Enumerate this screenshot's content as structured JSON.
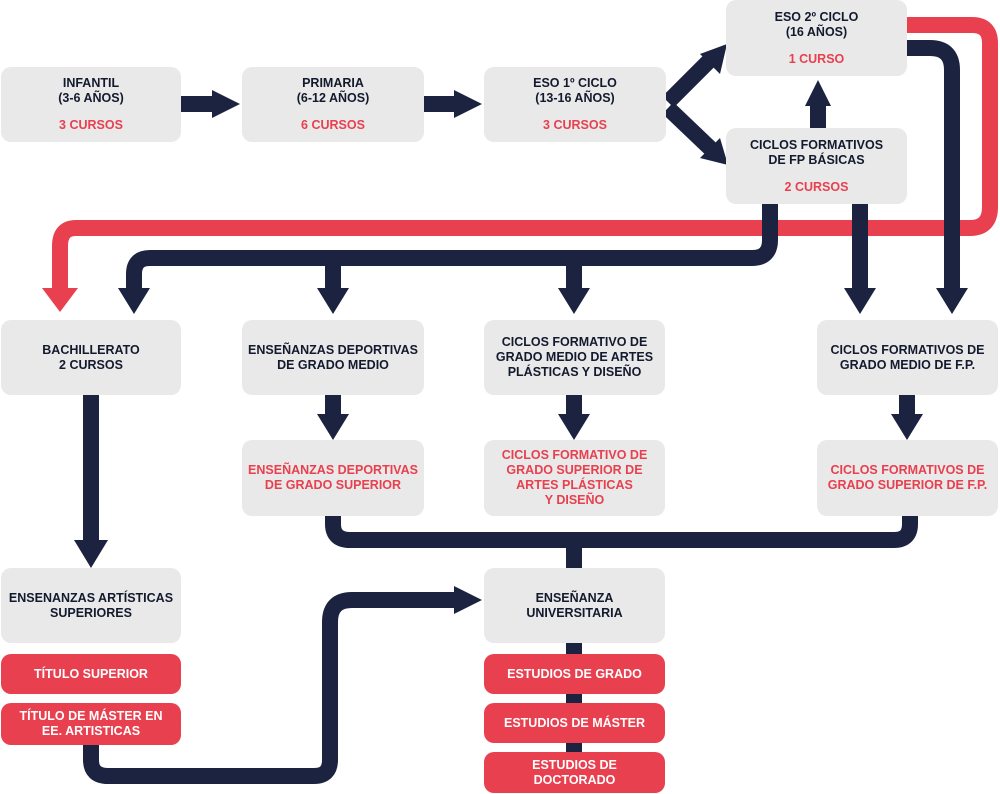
{
  "colors": {
    "navy": "#1b2341",
    "red": "#e8404f",
    "box": "#e9e9e9"
  },
  "nodes": {
    "infantil": {
      "title": "INFANTIL\n(3-6 AÑOS)",
      "sub": "3 CURSOS"
    },
    "primaria": {
      "title": "PRIMARIA\n(6-12 AÑOS)",
      "sub": "6 CURSOS"
    },
    "eso1": {
      "title": "ESO 1º CICLO\n(13-16 AÑOS)",
      "sub": "3 CURSOS"
    },
    "eso2": {
      "title": "ESO 2º CICLO\n(16 AÑOS)",
      "sub": "1 CURSO"
    },
    "fp_basicas": {
      "title": "CICLOS FORMATIVOS\nDE FP BÁSICAS",
      "sub": "2 CURSOS"
    },
    "bachillerato": {
      "title": "BACHILLERATO\n2 CURSOS"
    },
    "deportivas_medio": {
      "title": "ENSEÑANZAS DEPORTIVAS\nDE GRADO MEDIO"
    },
    "artes_medio": {
      "title": "CICLOS FORMATIVO DE\nGRADO MEDIO DE ARTES\nPLÁSTICAS Y DISEÑO"
    },
    "fp_medio": {
      "title": "CICLOS FORMATIVOS DE\nGRADO MEDIO DE F.P."
    },
    "deportivas_superior": {
      "title": "ENSEÑANZAS DEPORTIVAS\nDE GRADO SUPERIOR"
    },
    "artes_superior": {
      "title": "CICLOS FORMATIVO DE\nGRADO SUPERIOR DE\nARTES PLÁSTICAS\nY DISEÑO"
    },
    "fp_superior": {
      "title": "CICLOS FORMATIVOS DE\nGRADO SUPERIOR DE F.P."
    },
    "artisticas_superiores": {
      "title": "ENSENANZAS ARTÍSTICAS\nSUPERIORES"
    },
    "titulo_superior": {
      "title": "TÍTULO SUPERIOR"
    },
    "titulo_master": {
      "title": "TÍTULO DE MÁSTER EN\nEE. ARTISTICAS"
    },
    "universitaria": {
      "title": "ENSEÑANZA\nUNIVERSITARIA"
    },
    "grado": {
      "title": "ESTUDIOS DE GRADO"
    },
    "master": {
      "title": "ESTUDIOS DE MÁSTER"
    },
    "doctorado": {
      "title": "ESTUDIOS DE\nDOCTORADO"
    }
  }
}
